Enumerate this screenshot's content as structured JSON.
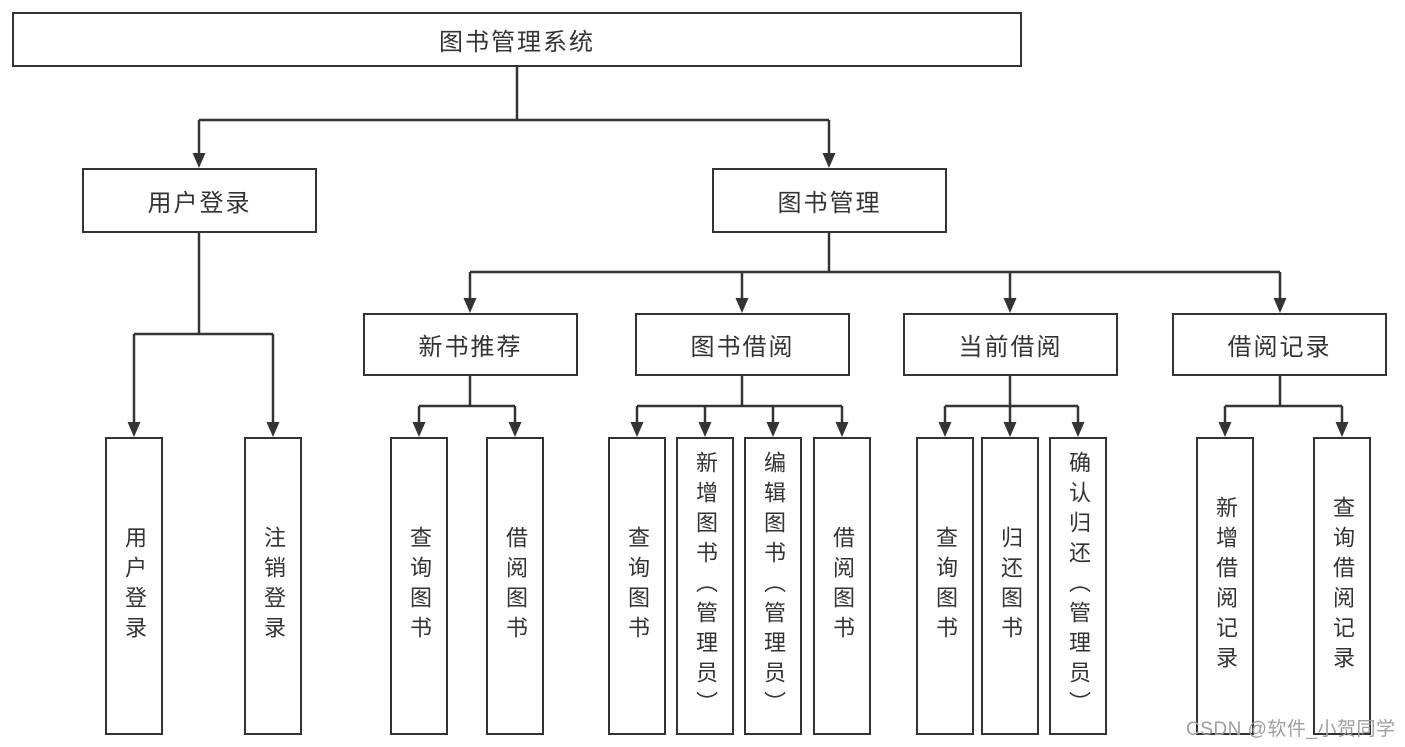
{
  "diagram": {
    "title": "图书管理系统",
    "level1": [
      {
        "label": "用户登录"
      },
      {
        "label": "图书管理"
      }
    ],
    "level2": [
      {
        "label": "新书推荐"
      },
      {
        "label": "图书借阅"
      },
      {
        "label": "当前借阅"
      },
      {
        "label": "借阅记录"
      }
    ],
    "leaves": {
      "user_login": [
        "用户登录",
        "注销登录"
      ],
      "new_book": [
        "查询图书",
        "借阅图书"
      ],
      "book_borrow": [
        "查询图书",
        "新增图书（管理员）",
        "编辑图书（管理员）",
        "借阅图书"
      ],
      "current_borrow": [
        "查询图书",
        "归还图书",
        "确认归还（管理员）"
      ],
      "records": [
        "新增借阅记录",
        "查询借阅记录"
      ]
    },
    "colors": {
      "line": "#333333",
      "box_border": "#333333",
      "box_background": "#ffffff",
      "text": "#333333"
    }
  },
  "watermark": {
    "text": "CSDN @软件_小贺同学",
    "color": "#9e9e9e"
  }
}
